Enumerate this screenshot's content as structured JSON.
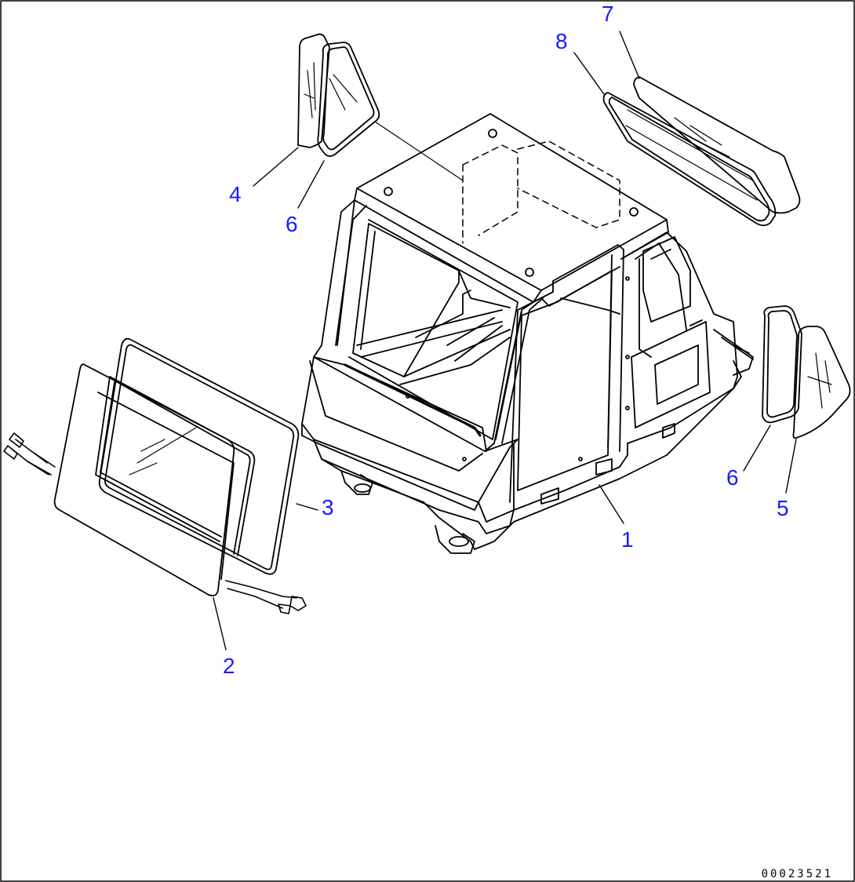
{
  "diagram": {
    "drawing_number": "00023521",
    "callouts": [
      {
        "id": "1",
        "label": "1"
      },
      {
        "id": "2",
        "label": "2"
      },
      {
        "id": "3",
        "label": "3"
      },
      {
        "id": "4",
        "label": "4"
      },
      {
        "id": "5",
        "label": "5"
      },
      {
        "id": "6a",
        "label": "6"
      },
      {
        "id": "6b",
        "label": "6"
      },
      {
        "id": "7",
        "label": "7"
      },
      {
        "id": "8",
        "label": "8"
      }
    ],
    "colors": {
      "line": "#000000",
      "callout": "#1a1aff",
      "background": "#ffffff"
    }
  }
}
